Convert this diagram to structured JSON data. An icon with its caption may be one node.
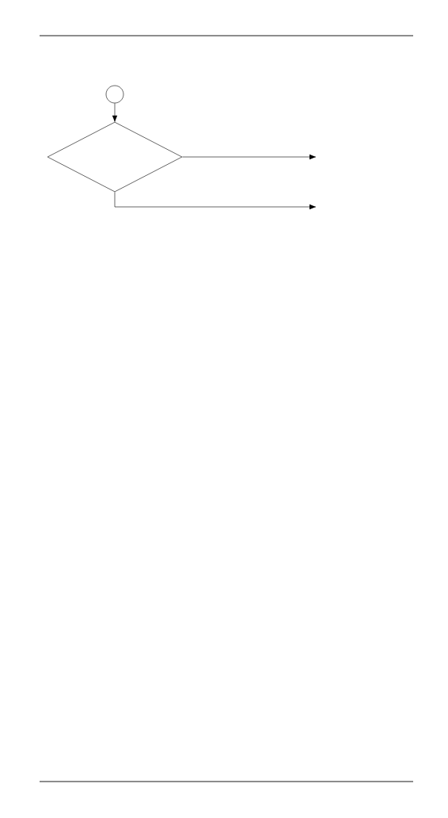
{
  "diagram": {
    "nodes": [
      {
        "text": [],
        "shape": "circle"
      },
      {
        "text": [],
        "shape": "diamond"
      }
    ],
    "edges": [
      {
        "from": 0,
        "to": 1,
        "arrow": "to"
      },
      {
        "from": 1,
        "to": null,
        "arrow": "to"
      },
      {
        "from": 1,
        "to": null,
        "arrow": "to"
      }
    ]
  }
}
